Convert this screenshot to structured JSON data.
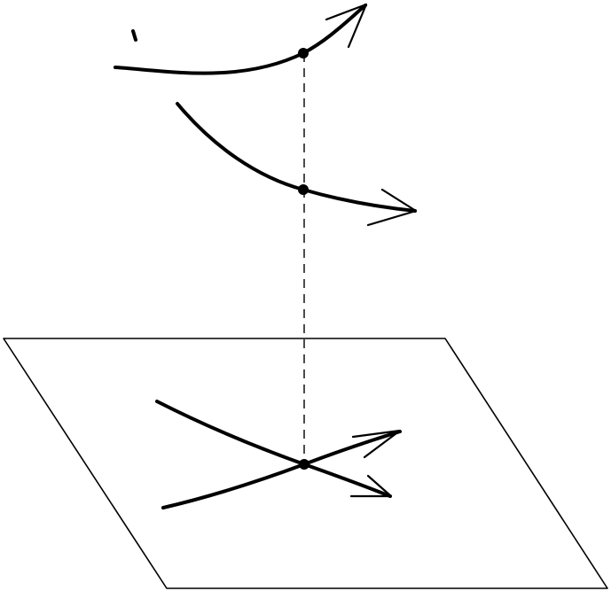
{
  "diagram": {
    "description_kind": "curve-crossing-projection",
    "colors": {
      "background": "#ffffff",
      "ink": "#000000"
    },
    "elements": {
      "upper_strand": {
        "direction_arrow": true,
        "marked_point": true
      },
      "lower_strand": {
        "direction_arrow": true,
        "marked_point": true
      },
      "projection_plane": {
        "shape": "parallelogram"
      },
      "projected_strands": {
        "count": 2,
        "direction_arrows": true,
        "crossing_point": true
      },
      "projection_line": {
        "style": "dashed"
      }
    }
  }
}
